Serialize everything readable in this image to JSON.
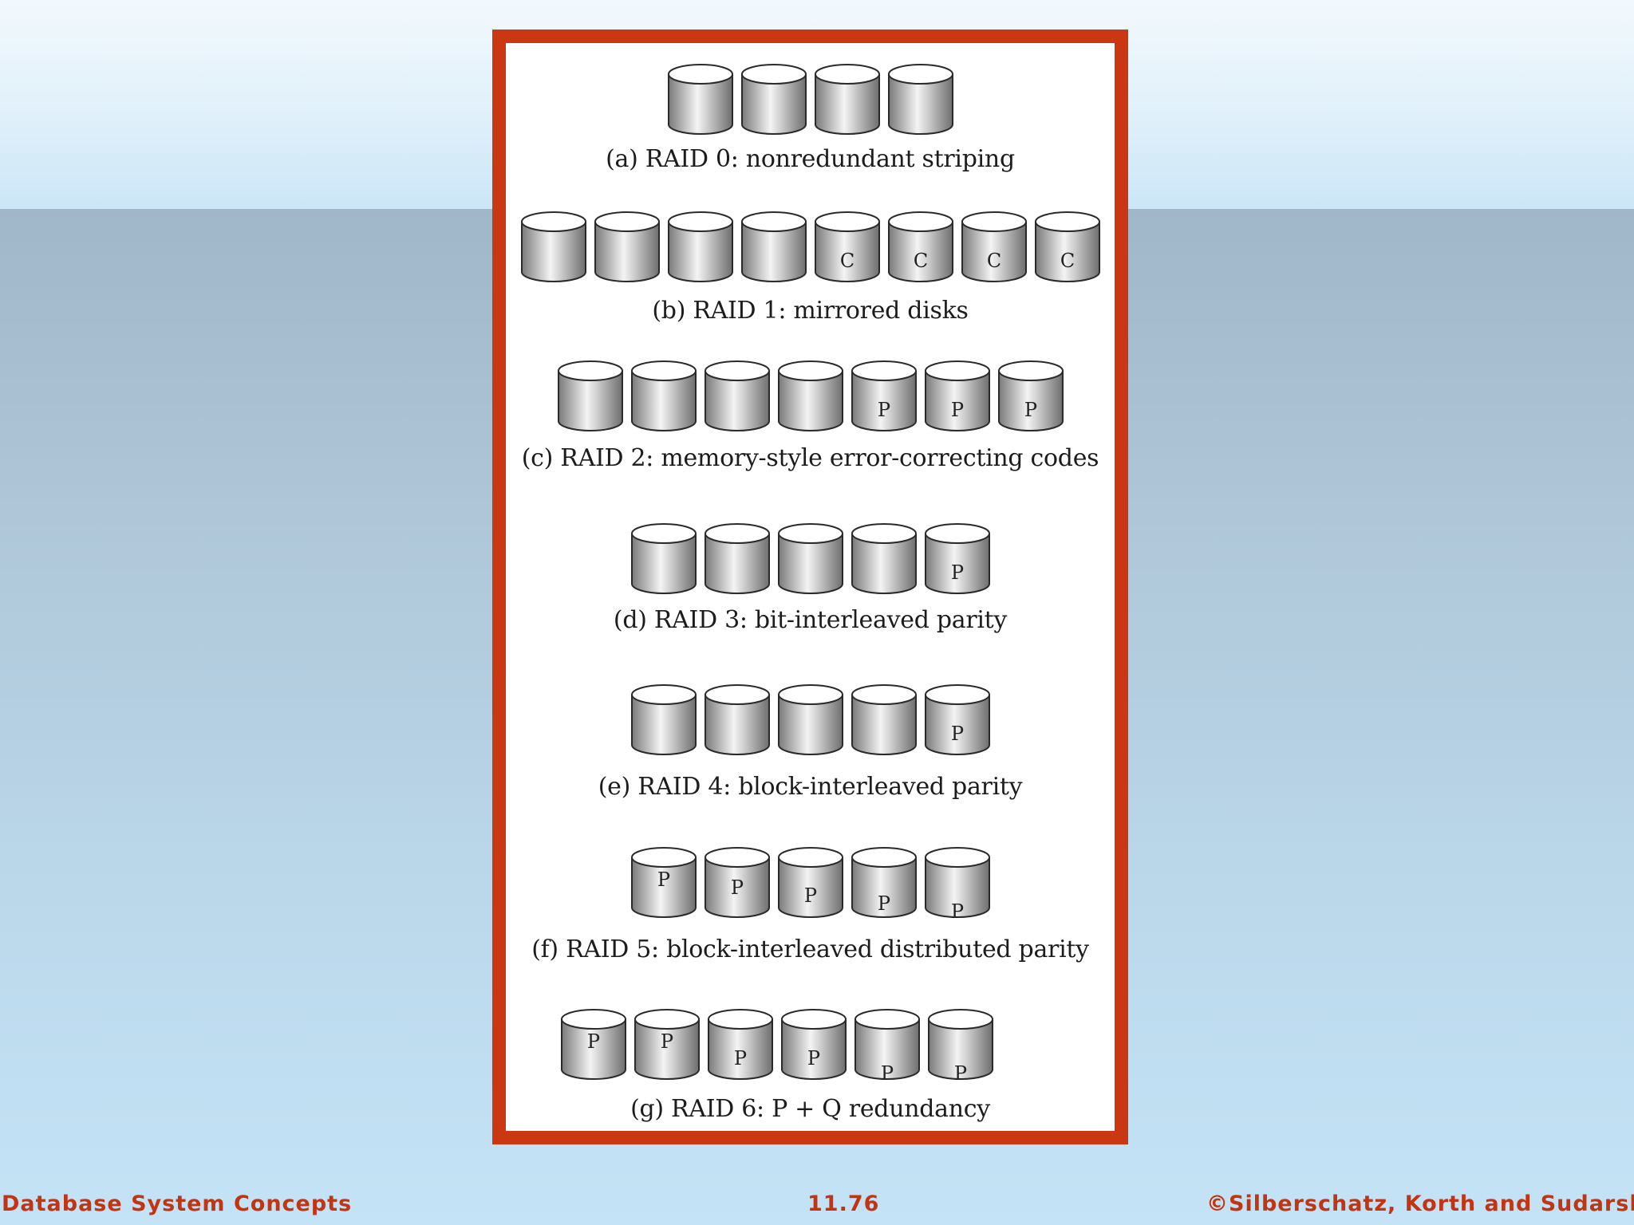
{
  "figure": {
    "rows": [
      {
        "caption": "(a) RAID 0: nonredundant striping",
        "disks": [
          "",
          "",
          "",
          ""
        ]
      },
      {
        "caption": "(b) RAID 1: mirrored disks",
        "disks": [
          "",
          "",
          "",
          "",
          "C",
          "C",
          "C",
          "C"
        ]
      },
      {
        "caption": "(c) RAID 2: memory-style error-correcting codes",
        "disks": [
          "",
          "",
          "",
          "",
          "P",
          "P",
          "P"
        ]
      },
      {
        "caption": "(d) RAID 3: bit-interleaved parity",
        "disks": [
          "",
          "",
          "",
          "",
          "P"
        ]
      },
      {
        "caption": "(e) RAID 4: block-interleaved parity",
        "disks": [
          "",
          "",
          "",
          "",
          "P"
        ]
      },
      {
        "caption": "(f) RAID 5: block-interleaved distributed parity",
        "disks": [
          "P",
          "P",
          "P",
          "P",
          "P"
        ]
      },
      {
        "caption": "(g) RAID 6: P + Q redundancy",
        "disks": [
          "P",
          "P",
          "P",
          "P",
          "P",
          "P"
        ]
      }
    ]
  },
  "footer": {
    "left": "Database System Concepts",
    "center": "11.76",
    "right": "©Silberschatz, Korth and Sudarshan"
  },
  "colors": {
    "frame": "#c93713",
    "footer_text": "#c23512",
    "disk_outline": "#2a2a2a"
  }
}
